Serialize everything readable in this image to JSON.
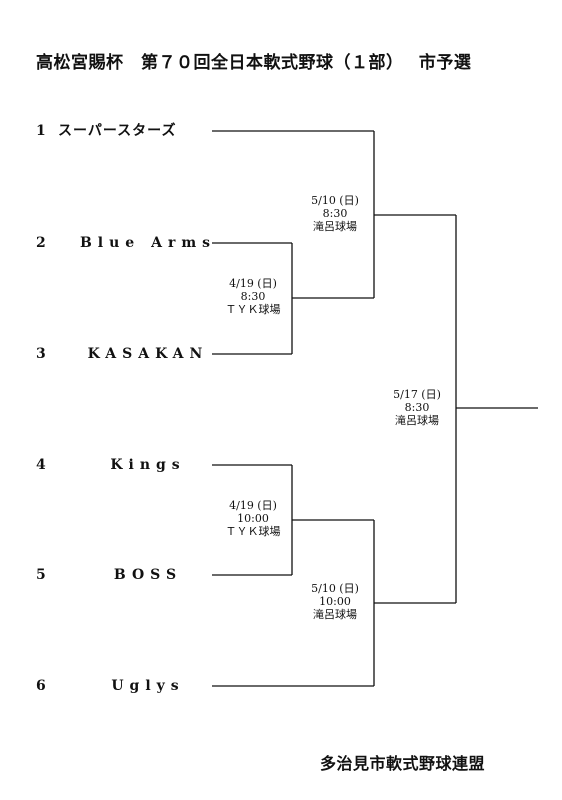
{
  "title": "高松宮賜杯　第７０回全日本軟式野球（１部）　 市予選",
  "teams": [
    {
      "seed": "1",
      "name": "スーパースターズ"
    },
    {
      "seed": "2",
      "name": "Blue Arms"
    },
    {
      "seed": "3",
      "name": "KASAKAN"
    },
    {
      "seed": "4",
      "name": "Kings"
    },
    {
      "seed": "5",
      "name": "BOSS"
    },
    {
      "seed": "6",
      "name": "Uglys"
    }
  ],
  "matches": {
    "r1_top": {
      "date": "4/19 (日)",
      "time": "8:30",
      "venue": "ＴＹＫ球場"
    },
    "r1_bottom": {
      "date": "4/19 (日)",
      "time": "10:00",
      "venue": "ＴＹＫ球場"
    },
    "semi_top": {
      "date": "5/10 (日)",
      "time": "8:30",
      "venue": "滝呂球場"
    },
    "semi_bottom": {
      "date": "5/10 (日)",
      "time": "10:00",
      "venue": "滝呂球場"
    },
    "final": {
      "date": "5/17 (日)",
      "time": "8:30",
      "venue": "滝呂球場"
    }
  },
  "footer": "多治見市軟式野球連盟"
}
